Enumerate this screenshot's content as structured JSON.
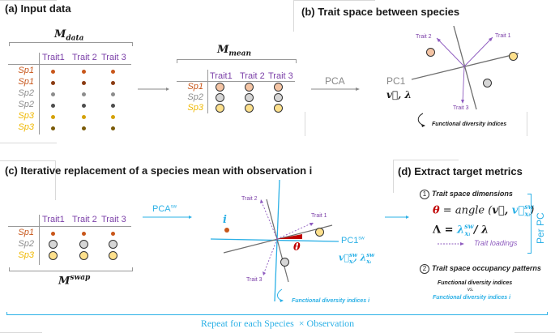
{
  "panels": {
    "a": {
      "title": "(a) Input data",
      "matrix_data_label": "M",
      "matrix_data_sub": "data",
      "traits": [
        "Trait1",
        "Trait 2",
        "Trait 3"
      ],
      "rows": [
        {
          "species": "Sp1",
          "color": "#c8561a",
          "label_color": "#c8561a"
        },
        {
          "species": "Sp1",
          "color": "#8a3a12",
          "label_color": "#c8561a"
        },
        {
          "species": "Sp2",
          "color": "#8c8c8c",
          "label_color": "#8c8c8c"
        },
        {
          "species": "Sp2",
          "color": "#4d4d4d",
          "label_color": "#8c8c8c"
        },
        {
          "species": "Sp3",
          "color": "#d4a10a",
          "label_color": "#f0b800"
        },
        {
          "species": "Sp3",
          "color": "#7a5a08",
          "label_color": "#f0b800"
        }
      ],
      "matrix_mean_label": "M",
      "matrix_mean_sub": "mean",
      "mean_rows": [
        {
          "species": "Sp1",
          "fill": "#f4c4a4",
          "label_color": "#c8561a"
        },
        {
          "species": "Sp2",
          "fill": "#d6d6d6",
          "label_color": "#8c8c8c"
        },
        {
          "species": "Sp3",
          "fill": "#fde08c",
          "label_color": "#f0b800"
        }
      ]
    },
    "b": {
      "title": "(b) Trait space between species",
      "pca_label": "PCA",
      "pc1_label": "PC1",
      "vector_label": "v⃗, λ",
      "trait_labels": [
        "Trait 1",
        "Trait 2",
        "Trait 3"
      ],
      "fd_label": "Functional diversity indices"
    },
    "c": {
      "title": "(c) Iterative replacement of a species mean with observation i",
      "traits": [
        "Trait1",
        "Trait 2",
        "Trait 3"
      ],
      "rows": [
        {
          "species": "Sp1",
          "label_color": "#c8561a"
        },
        {
          "species": "Sp2",
          "label_color": "#8c8c8c"
        },
        {
          "species": "Sp3",
          "label_color": "#f0b800"
        }
      ],
      "matrix_label": "M",
      "matrix_sup": "swap",
      "pca_label": "PCA",
      "pca_sup": "sw",
      "i_label": "i",
      "pc1_label": "PC1",
      "pc1_sup": "sw",
      "theta": "θ",
      "trait_labels": [
        "Trait 1",
        "Trait 2",
        "Trait 3"
      ],
      "vector_label": "v⃗",
      "vector_sup": "sw",
      "vector_sub": "xᵢ",
      "lambda_label": "λ",
      "fd_label": "Functional diversity indices i"
    },
    "d": {
      "title": "(d) Extract target metrics",
      "step1_num": "1",
      "step1_label": "Trait space dimensions",
      "eq1_lhs": "θ",
      "eq1_mid": " = angle (",
      "eq1_v": "v⃗",
      "eq1_comma": ", ",
      "eq1_vsw": "v⃗",
      "eq1_sup": "sw",
      "eq1_sub": "xᵢ",
      "eq1_end": ")",
      "eq2_lhs": "Λ = ",
      "eq2_lam": "λ",
      "eq2_sup": "sw",
      "eq2_sub": "xᵢ",
      "eq2_end": " / λ",
      "loadings_label": "Trait loadings",
      "per_pc": "Per PC",
      "step2_num": "2",
      "step2_label": "Trait space occupancy patterns",
      "fd1": "Functional diversity indices",
      "vs": "vs.",
      "fd2": "Functional diversity indices i"
    }
  },
  "footer": {
    "repeat_label": "Repeat for each Species  × Observation"
  },
  "colors": {
    "accent_blue": "#2bb0e6",
    "trait_purple": "#7b3fa8",
    "theta_red": "#c00000",
    "axis_gray": "#6e6e6e"
  }
}
